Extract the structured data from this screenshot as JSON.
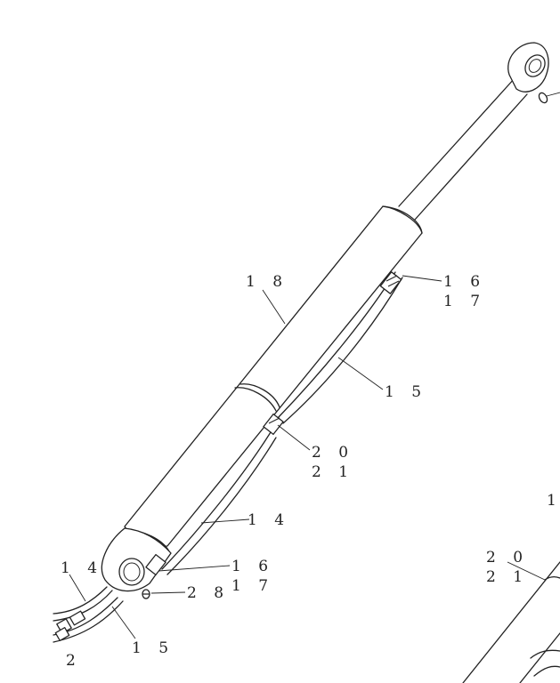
{
  "callouts": {
    "c18": "1 8",
    "c16a": "1 6",
    "c17a": "1 7",
    "c15a": "1 5",
    "c20a": "2 0",
    "c21a": "2 1",
    "c14a": "1 4",
    "c16b": "1 6",
    "c17b": "1 7",
    "c28": "2 8",
    "c14b": "1 4",
    "c15b": "1 5",
    "c2": "2",
    "c20b": "2 0",
    "c21b": "2 1",
    "c1": "1"
  }
}
